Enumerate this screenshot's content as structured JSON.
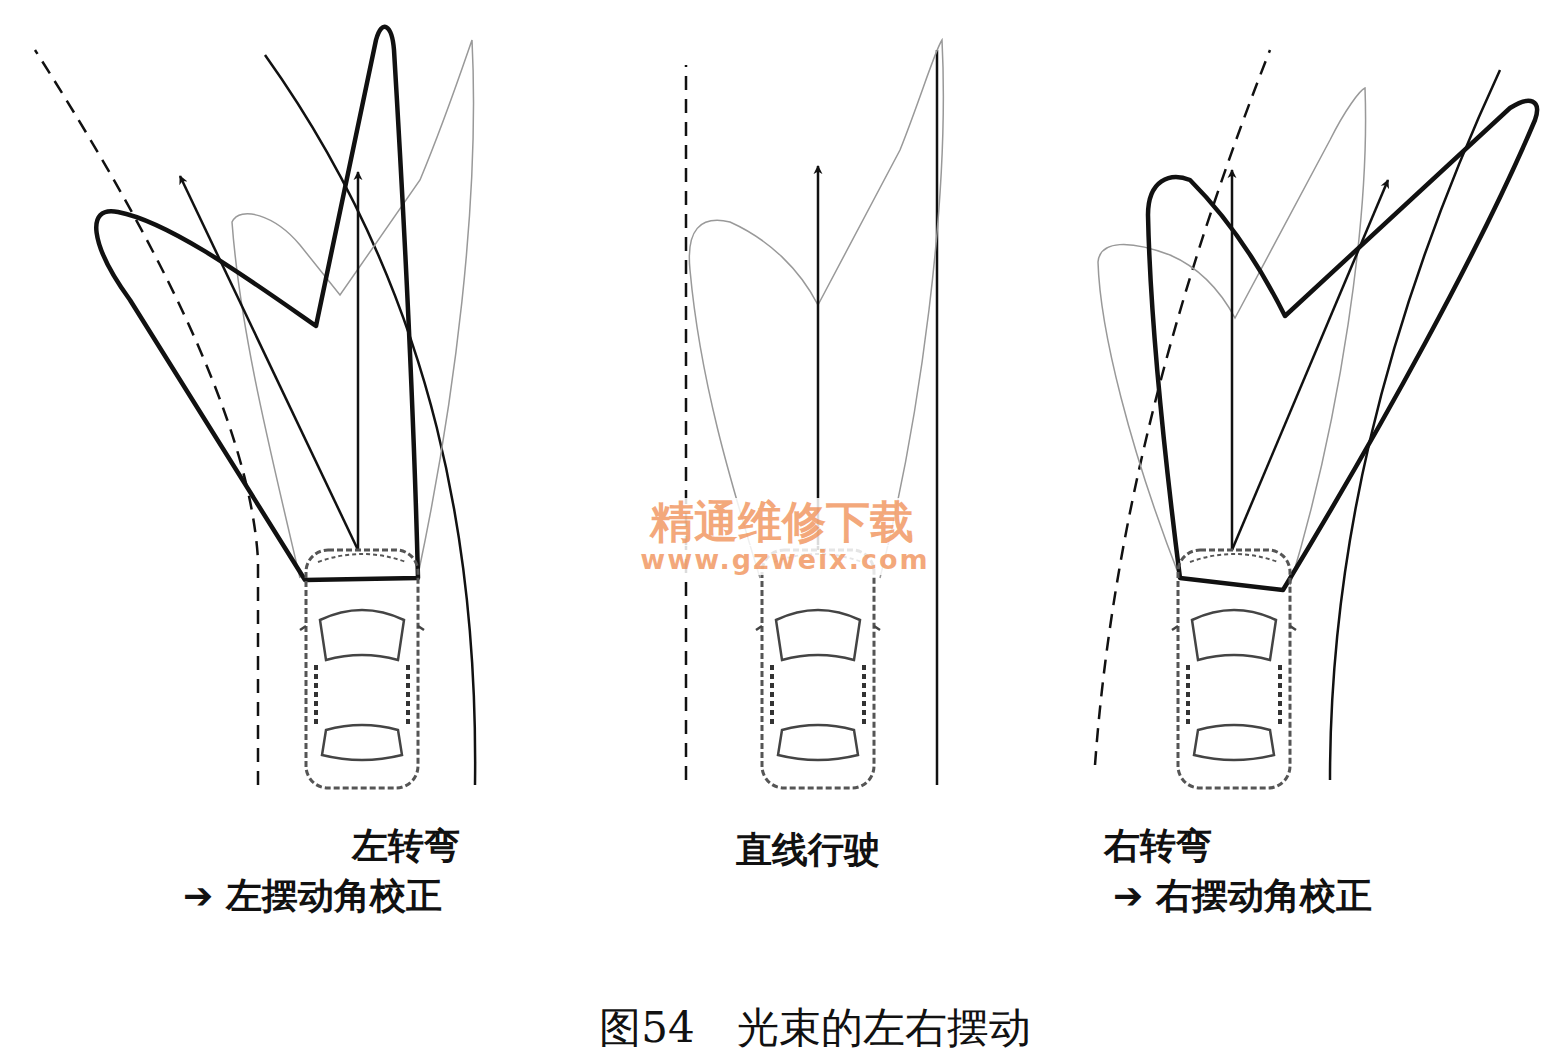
{
  "diagram": {
    "caption": "图54　光束的左右摆动",
    "labels": [
      "左转弯",
      "➔ 左摆动角校正",
      "直线行驶",
      "右转弯",
      "➔ 右摆动角校正",
      "精通维修下载",
      "www.gzweix.com"
    ]
  }
}
